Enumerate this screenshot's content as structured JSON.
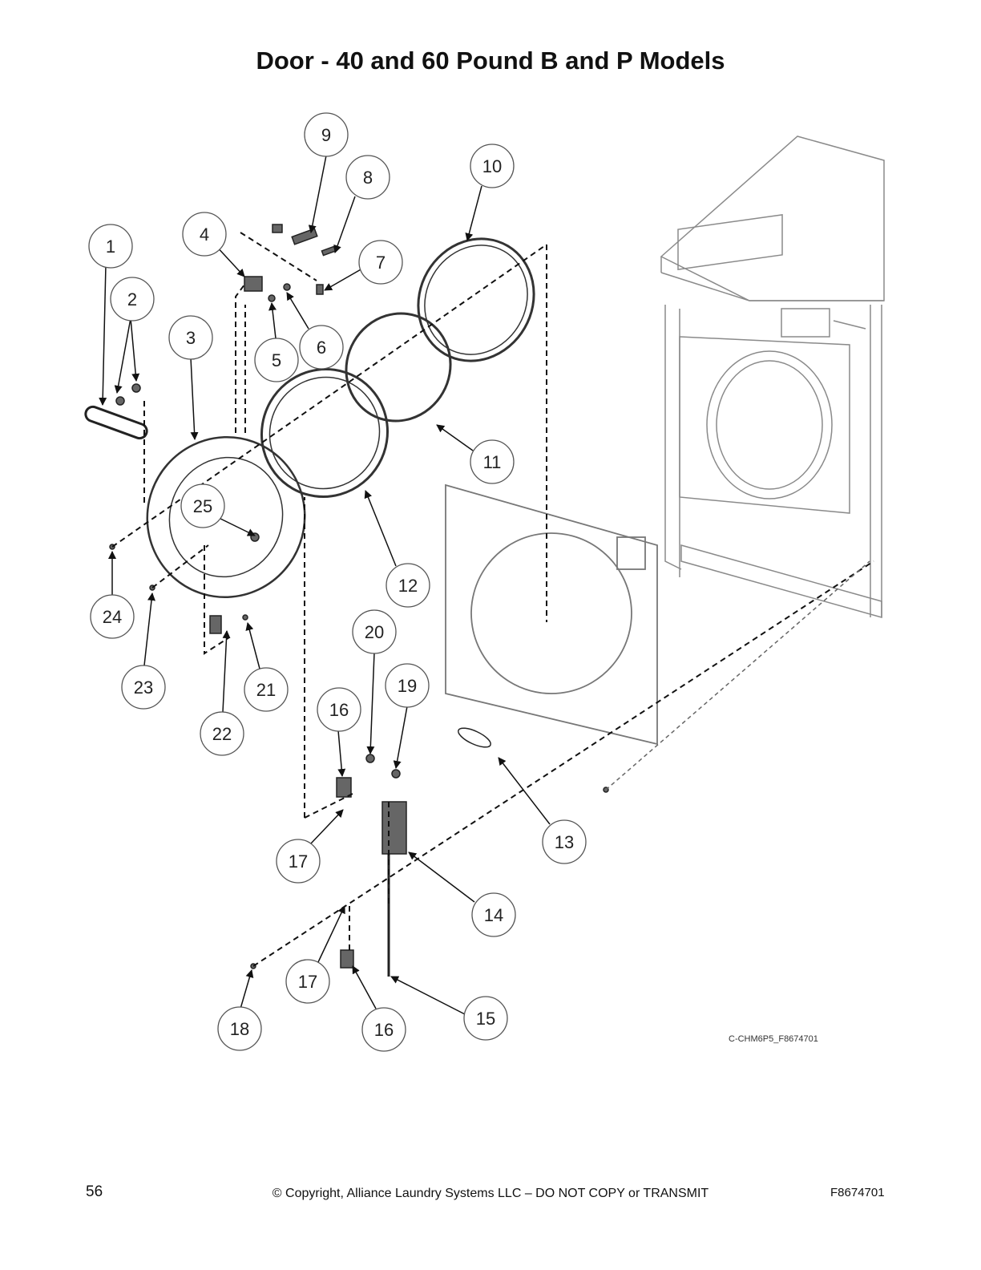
{
  "title": "Door - 40 and 60 Pound B and P Models",
  "diagram": {
    "reference_code": "C-CHM6P5_F8674701",
    "callouts": [
      "1",
      "2",
      "3",
      "4",
      "5",
      "6",
      "7",
      "8",
      "9",
      "10",
      "11",
      "12",
      "13",
      "14",
      "15",
      "16",
      "17",
      "18",
      "19",
      "20",
      "21",
      "22",
      "23",
      "24",
      "25",
      "16",
      "17"
    ]
  },
  "footer": {
    "page_number": "56",
    "copyright": "© Copyright, Alliance Laundry Systems LLC – DO NOT COPY or TRANSMIT",
    "doc_code": "F8674701"
  }
}
